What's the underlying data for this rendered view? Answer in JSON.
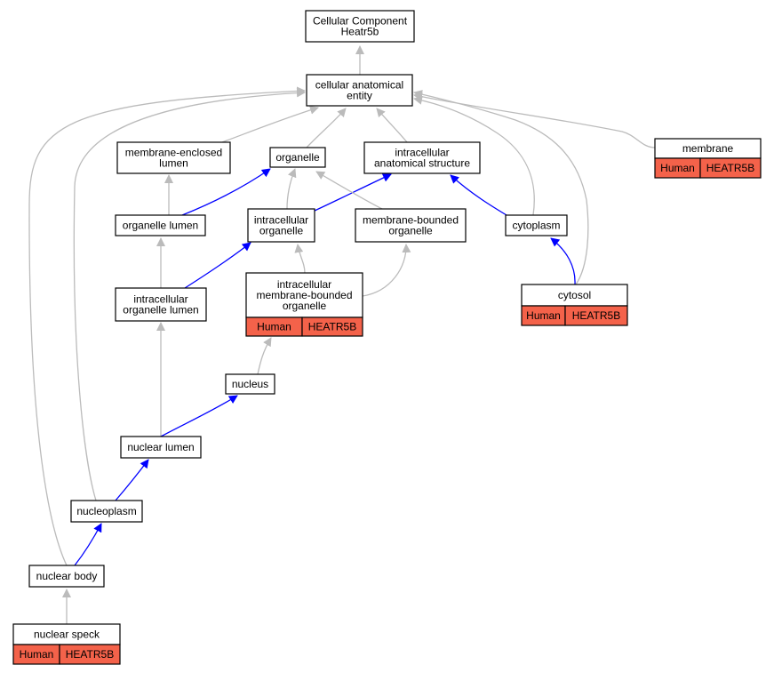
{
  "colors": {
    "primary_edge": "#0000ff",
    "secondary_edge": "#bbbbbb",
    "annotation_fill": "#f4624a",
    "node_fill": "#ffffff"
  },
  "nodes": {
    "root": {
      "lines": [
        "Cellular Component",
        "Heatr5b"
      ]
    },
    "cae": {
      "lines": [
        "cellular anatomical",
        "entity"
      ]
    },
    "mel": {
      "lines": [
        "membrane-enclosed",
        "lumen"
      ]
    },
    "organelle": {
      "lines": [
        "organelle"
      ]
    },
    "ias": {
      "lines": [
        "intracellular",
        "anatomical structure"
      ]
    },
    "membrane": {
      "lines": [
        "membrane"
      ],
      "annotation": [
        "Human",
        "HEATR5B"
      ]
    },
    "orglumen": {
      "lines": [
        "organelle lumen"
      ]
    },
    "intorg": {
      "lines": [
        "intracellular",
        "organelle"
      ]
    },
    "mbo": {
      "lines": [
        "membrane-bounded",
        "organelle"
      ]
    },
    "cytoplasm": {
      "lines": [
        "cytoplasm"
      ]
    },
    "iol": {
      "lines": [
        "intracellular",
        "organelle lumen"
      ]
    },
    "imbo": {
      "lines": [
        "intracellular",
        "membrane-bounded",
        "organelle"
      ],
      "annotation": [
        "Human",
        "HEATR5B"
      ]
    },
    "cytosol": {
      "lines": [
        "cytosol"
      ],
      "annotation": [
        "Human",
        "HEATR5B"
      ]
    },
    "nucleus": {
      "lines": [
        "nucleus"
      ]
    },
    "nuclumen": {
      "lines": [
        "nuclear lumen"
      ]
    },
    "nucleoplasm": {
      "lines": [
        "nucleoplasm"
      ]
    },
    "nucbody": {
      "lines": [
        "nuclear body"
      ]
    },
    "speck": {
      "lines": [
        "nuclear speck"
      ],
      "annotation": [
        "Human",
        "HEATR5B"
      ]
    }
  },
  "edges": [
    {
      "from": "cae",
      "to": "root",
      "kind": "secondary"
    },
    {
      "from": "mel",
      "to": "cae",
      "kind": "secondary"
    },
    {
      "from": "organelle",
      "to": "cae",
      "kind": "secondary"
    },
    {
      "from": "ias",
      "to": "cae",
      "kind": "secondary"
    },
    {
      "from": "membrane",
      "to": "cae",
      "kind": "secondary"
    },
    {
      "from": "cytoplasm",
      "to": "cae",
      "kind": "secondary"
    },
    {
      "from": "cytosol",
      "to": "cae",
      "kind": "secondary"
    },
    {
      "from": "nucleoplasm",
      "to": "cae",
      "kind": "secondary"
    },
    {
      "from": "nucbody",
      "to": "cae",
      "kind": "secondary"
    },
    {
      "from": "orglumen",
      "to": "mel",
      "kind": "secondary"
    },
    {
      "from": "orglumen",
      "to": "organelle",
      "kind": "primary"
    },
    {
      "from": "intorg",
      "to": "organelle",
      "kind": "secondary"
    },
    {
      "from": "intorg",
      "to": "ias",
      "kind": "primary"
    },
    {
      "from": "mbo",
      "to": "organelle",
      "kind": "secondary"
    },
    {
      "from": "cytoplasm",
      "to": "ias",
      "kind": "primary"
    },
    {
      "from": "iol",
      "to": "orglumen",
      "kind": "secondary"
    },
    {
      "from": "iol",
      "to": "intorg",
      "kind": "primary"
    },
    {
      "from": "imbo",
      "to": "intorg",
      "kind": "secondary"
    },
    {
      "from": "imbo",
      "to": "mbo",
      "kind": "secondary"
    },
    {
      "from": "cytosol",
      "to": "cytoplasm",
      "kind": "primary"
    },
    {
      "from": "nucleus",
      "to": "imbo",
      "kind": "secondary"
    },
    {
      "from": "nuclumen",
      "to": "iol",
      "kind": "secondary"
    },
    {
      "from": "nuclumen",
      "to": "nucleus",
      "kind": "primary"
    },
    {
      "from": "nucleoplasm",
      "to": "nuclumen",
      "kind": "primary"
    },
    {
      "from": "nucbody",
      "to": "nucleoplasm",
      "kind": "primary"
    },
    {
      "from": "speck",
      "to": "nucbody",
      "kind": "secondary"
    }
  ]
}
